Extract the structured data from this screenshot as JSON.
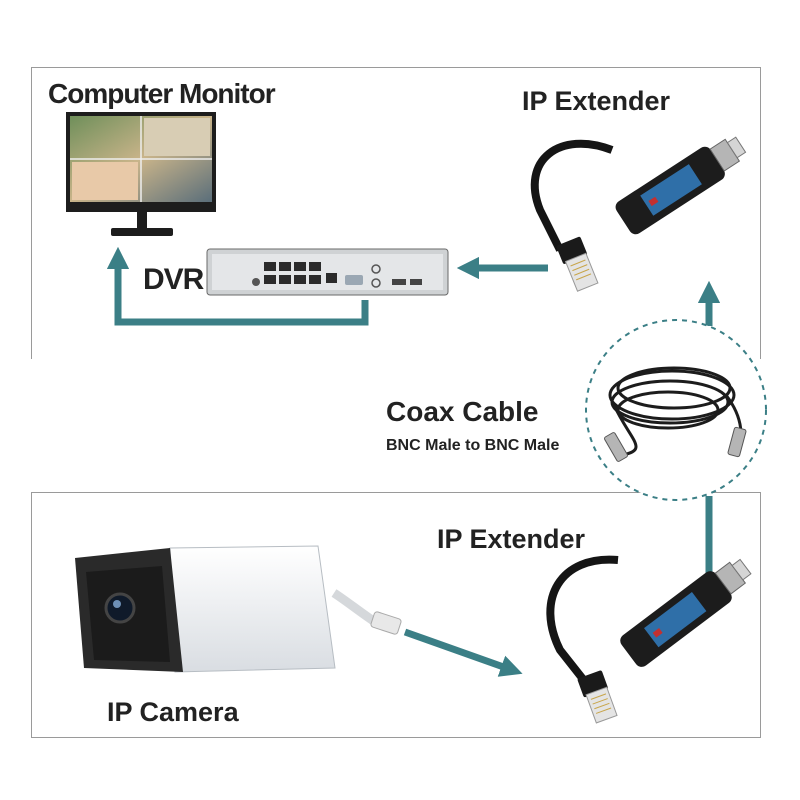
{
  "labels": {
    "computer_monitor": "Computer Monitor",
    "ip_extender_top": "IP Extender",
    "dvr": "DVR",
    "coax_cable": "Coax Cable",
    "coax_cable_sub": "BNC Male to BNC Male",
    "ip_extender_bottom": "IP Extender",
    "ip_camera": "IP Camera"
  },
  "colors": {
    "arrow": "#3b7f86",
    "panel_border": "#9a9a9a",
    "extender_body": "#1c1c1c",
    "extender_label": "#2f6fa8"
  },
  "icons": {
    "monitor": "computer-monitor-icon",
    "dvr": "dvr-recorder-icon",
    "extender": "ip-extender-icon",
    "coax": "coax-cable-icon",
    "camera": "ip-camera-icon"
  }
}
